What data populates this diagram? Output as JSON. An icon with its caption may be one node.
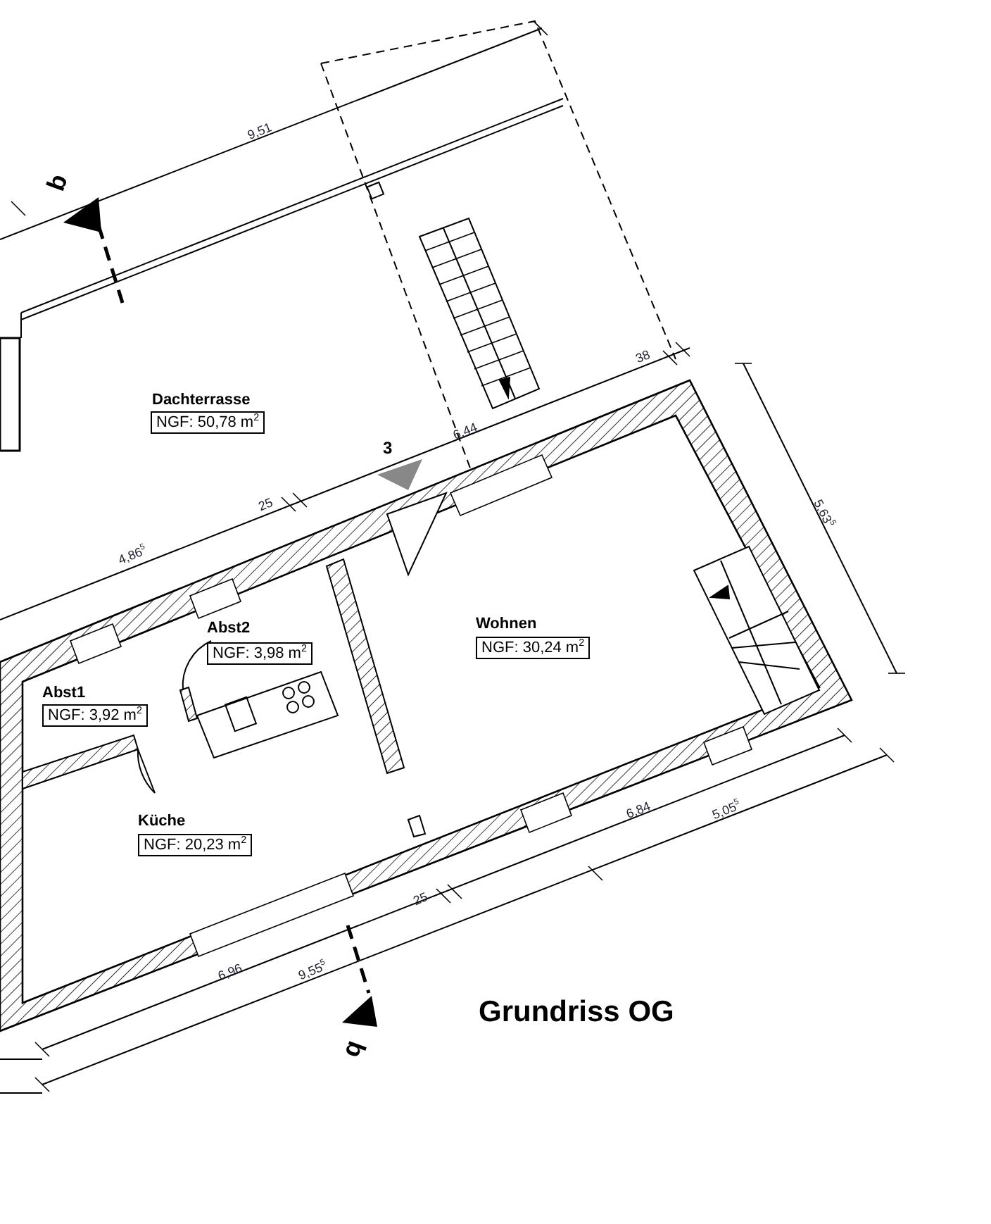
{
  "diagram": {
    "title": "Grundriss OG",
    "labels": [
      "9,51",
      "b",
      "Dachterrasse",
      "NGF: 50,78 m$^{2}$",
      "38",
      "3",
      "6,44",
      "5,63$^{5}$",
      "25",
      "4,86$^{5}$",
      "Wohnen",
      "NGF: 30,24 m$^{2}$",
      "Abst2",
      "NGF: 3,98 m$^{2}$",
      "Abst1",
      "NGF: 3,92 m$^{2}$",
      "Küche",
      "NGF: 20,23 m$^{2}$",
      "6,84",
      "5,05$^{5}$",
      "25",
      "6,96",
      "9,55$^{5}$",
      "b"
    ]
  }
}
